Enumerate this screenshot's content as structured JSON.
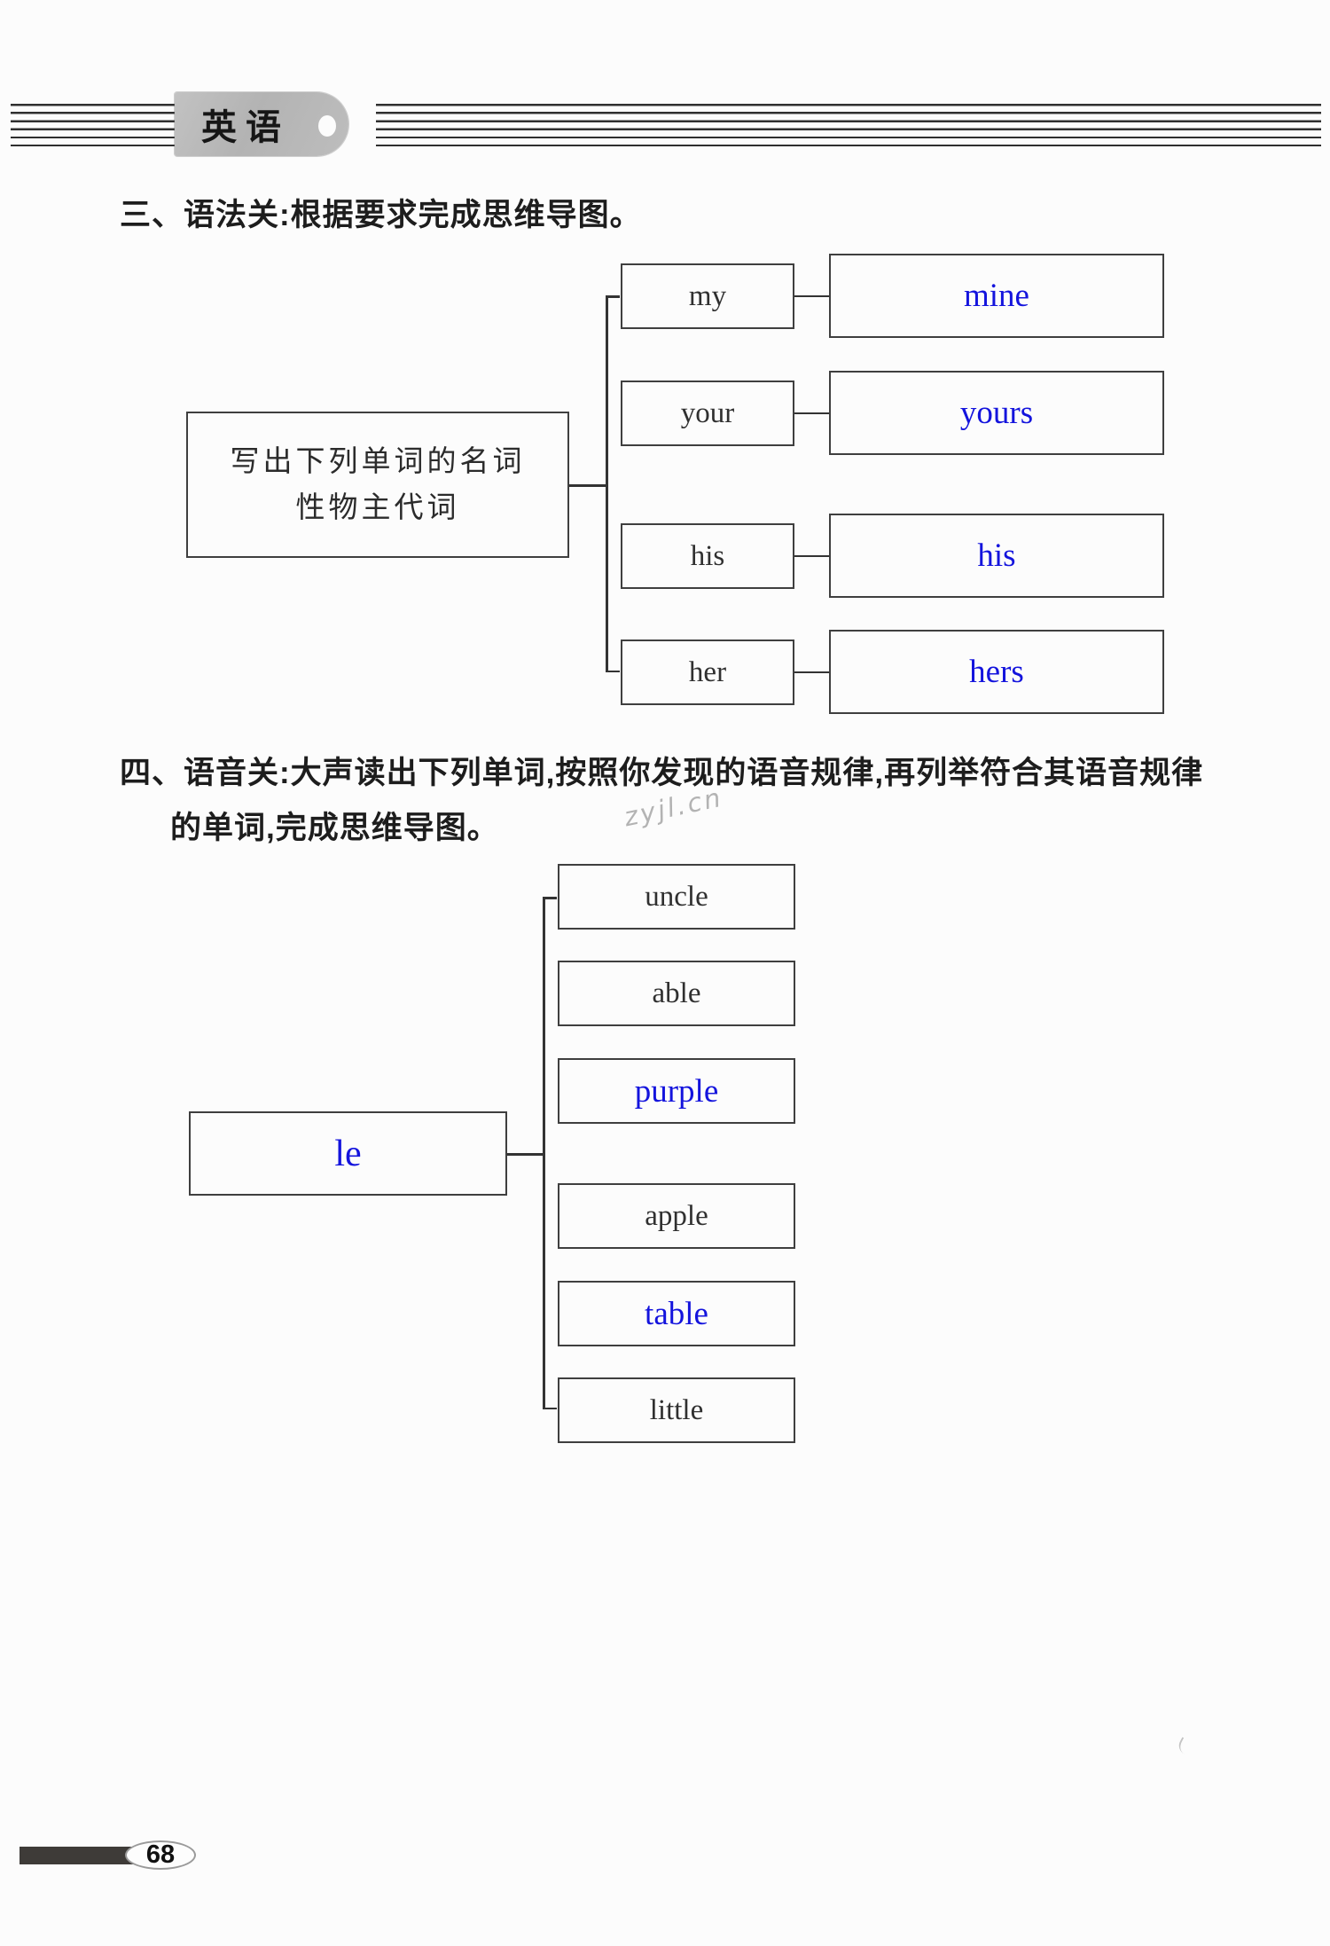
{
  "header": {
    "tag_label": "英语"
  },
  "sections": {
    "grammar": {
      "heading": "三、语法关:根据要求完成思维导图。",
      "root": {
        "line1": "写出下列单词的名词",
        "line2": "性物主代词"
      },
      "rows": [
        {
          "prompt": "my",
          "answer": "mine"
        },
        {
          "prompt": "your",
          "answer": "yours"
        },
        {
          "prompt": "his",
          "answer": "his"
        },
        {
          "prompt": "her",
          "answer": "hers"
        }
      ]
    },
    "phonics": {
      "heading_line1": "四、语音关:大声读出下列单词,按照你发现的语音规律,再列举符合其语音规律",
      "heading_line2": "的单词,完成思维导图。",
      "root_label": "le",
      "words": [
        {
          "text": "uncle",
          "is_answer": false
        },
        {
          "text": "able",
          "is_answer": false
        },
        {
          "text": "purple",
          "is_answer": true
        },
        {
          "text": "apple",
          "is_answer": false
        },
        {
          "text": "table",
          "is_answer": true
        },
        {
          "text": "little",
          "is_answer": false
        }
      ]
    }
  },
  "watermark": "zyjl.cn",
  "footer": {
    "page_number": "68"
  },
  "colors": {
    "answer_blue": "#1414dd",
    "ink_black": "#2d2d2d",
    "box_border": "#3f3f3f",
    "tag_gray": "#b9b9b9",
    "watermark_gray": "#b3b3b3"
  }
}
